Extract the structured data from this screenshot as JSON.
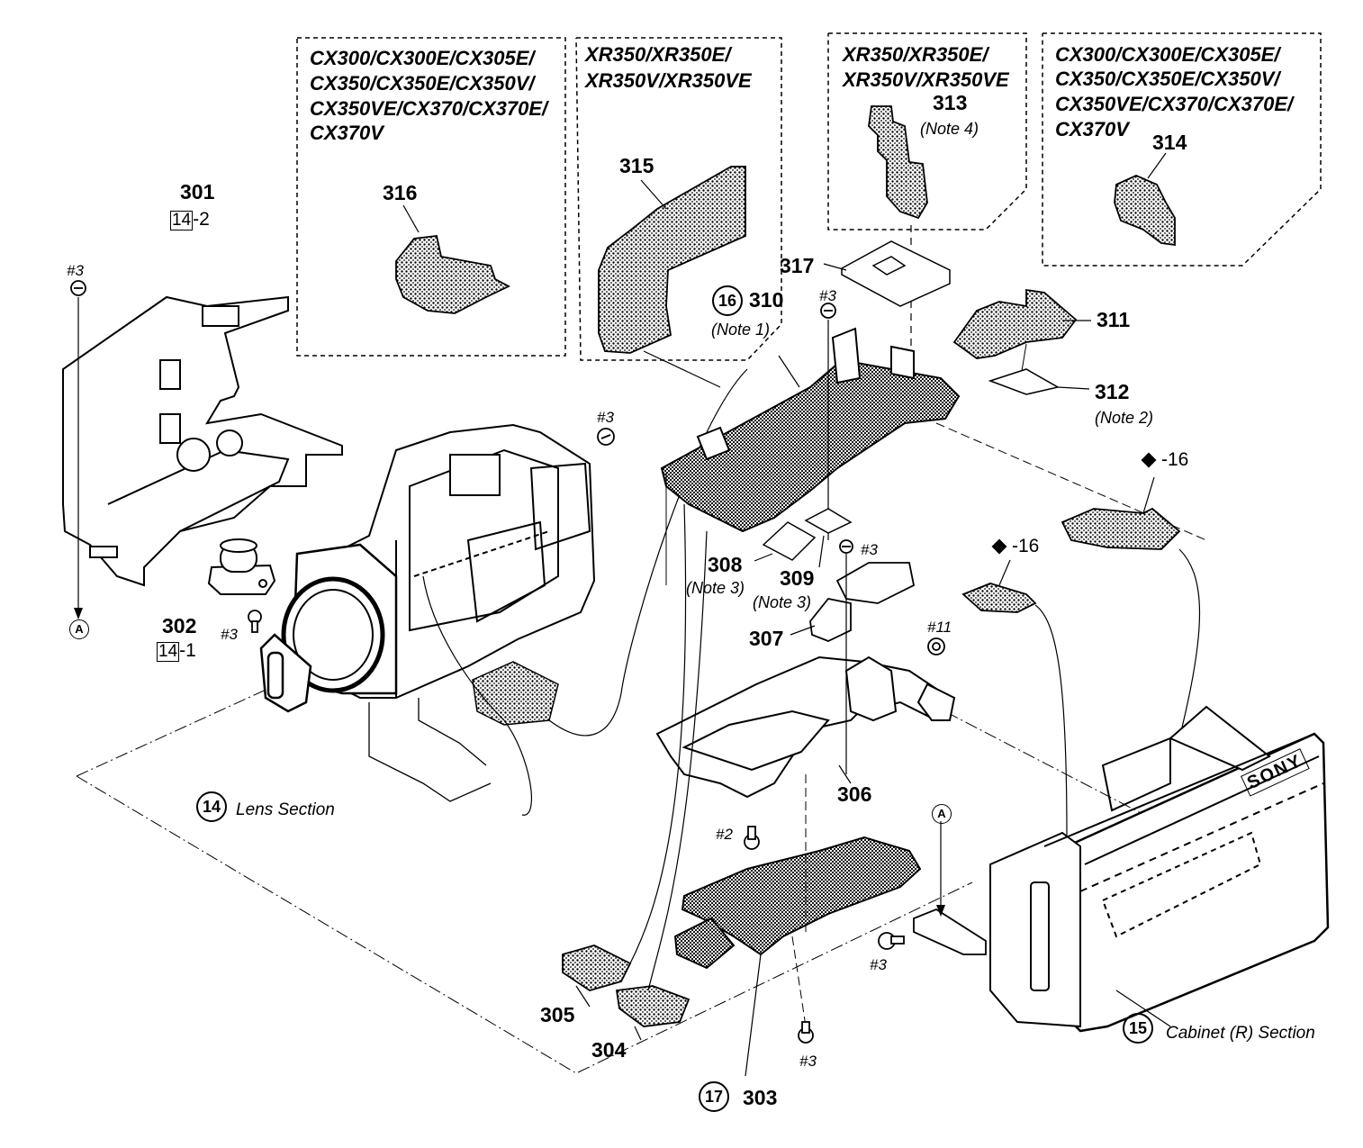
{
  "variant_boxes": {
    "box1": [
      "CX300/CX300E/CX305E/",
      "CX350/CX350E/CX350V/",
      "CX350VE/CX370/CX370E/",
      "CX370V"
    ],
    "box2": [
      "XR350/XR350E/",
      "XR350V/XR350VE"
    ],
    "box3": [
      "XR350/XR350E/",
      "XR350V/XR350VE"
    ],
    "box4": [
      "CX300/CX300E/CX305E/",
      "CX350/CX350E/CX350V/",
      "CX350VE/CX370/CX370E/",
      "CX370V"
    ]
  },
  "parts": {
    "p301": "301",
    "p302": "302",
    "p303": "303",
    "p304": "304",
    "p305": "305",
    "p306": "306",
    "p307": "307",
    "p308": "308",
    "p309": "309",
    "p310": "310",
    "p311": "311",
    "p312": "312",
    "p313": "313",
    "p314": "314",
    "p315": "315",
    "p316": "316",
    "p317": "317"
  },
  "notes": {
    "n310": "(Note 1)",
    "n312": "(Note 2)",
    "n308": "(Note 3)",
    "n309": "(Note 3)",
    "n313": "(Note 4)"
  },
  "refs": {
    "r301_box": "14",
    "r301_suffix": "-2",
    "r302_box": "14",
    "r302_suffix": "-1",
    "diamond1": "-16",
    "diamond2": "-16"
  },
  "screws": {
    "s1": "#3",
    "s2": "#3",
    "s3": "#3",
    "s4": "#3",
    "s5": "#3",
    "s6": "#11",
    "s7": "#2",
    "s8": "#3",
    "s9": "#3"
  },
  "sections": {
    "lens_num": "14",
    "lens_label": "Lens Section",
    "cabinet_num": "15",
    "cabinet_label": "Cabinet (R) Section",
    "board16_num": "16",
    "board17_num": "17"
  },
  "markers": {
    "a1": "A",
    "a2": "A"
  },
  "brand": {
    "logo": "SONY"
  }
}
